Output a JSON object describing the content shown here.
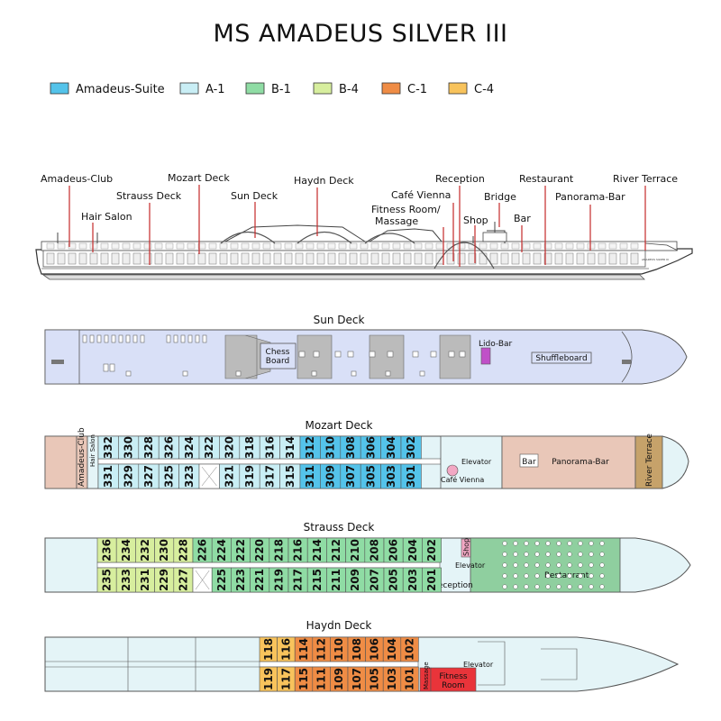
{
  "title": "MS AMADEUS SILVER III",
  "colors": {
    "amadeus_suite": "#54c3ea",
    "a1": "#c9eef5",
    "b1": "#8fdca4",
    "b4": "#d7ee9e",
    "c1": "#ef8c45",
    "c4": "#f8c35c",
    "sun_deck_bg": "#d9e0f7",
    "public_area": "#e9c7b8",
    "restaurant": "#8fcf9f",
    "fitness": "#e9343a",
    "deck_bg": "#e4f4f7",
    "river_terrace": "#c6a26a"
  },
  "legend": [
    {
      "label": "Amadeus-Suite",
      "color": "#54c3ea"
    },
    {
      "label": "A-1",
      "color": "#c9eef5"
    },
    {
      "label": "B-1",
      "color": "#8fdca4"
    },
    {
      "label": "B-4",
      "color": "#d7ee9e"
    },
    {
      "label": "C-1",
      "color": "#ef8c45"
    },
    {
      "label": "C-4",
      "color": "#f8c35c"
    }
  ],
  "profile_labels": {
    "amadeus_club": "Amadeus-Club",
    "hair_salon": "Hair Salon",
    "strauss_deck": "Strauss Deck",
    "mozart_deck": "Mozart Deck",
    "sun_deck": "Sun Deck",
    "haydn_deck": "Haydn Deck",
    "fitness_room_1": "Fitness Room/",
    "fitness_room_2": "Massage",
    "cafe_vienna": "Café Vienna",
    "reception": "Reception",
    "shop": "Shop",
    "bridge": "Bridge",
    "bar": "Bar",
    "restaurant": "Restaurant",
    "panorama_bar": "Panorama-Bar",
    "river_terrace": "River Terrace",
    "ship_name_plate": "AMADEUS SILVER III"
  },
  "sun_deck": {
    "title": "Sun Deck",
    "chess_1": "Chess",
    "chess_2": "Board",
    "lido_bar": "Lido-Bar",
    "shuffleboard": "Shuffleboard"
  },
  "mozart_deck": {
    "title": "Mozart Deck",
    "amadeus_club": "Amadeus-Club",
    "hair_salon": "Hair Salon",
    "elevator": "Elevator",
    "cafe_vienna": "Café Vienna",
    "bar": "Bar",
    "panorama_bar": "Panorama-Bar",
    "river_terrace": "River Terrace",
    "upper_row": [
      "332",
      "330",
      "328",
      "326",
      "324",
      "322",
      "320",
      "318",
      "316",
      "314",
      "312",
      "310",
      "308",
      "306",
      "304",
      "302"
    ],
    "lower_row": [
      "331",
      "329",
      "327",
      "325",
      "323",
      "",
      "321",
      "319",
      "317",
      "315",
      "311",
      "309",
      "307",
      "305",
      "303",
      "301"
    ]
  },
  "strauss_deck": {
    "title": "Strauss Deck",
    "shop": "Shop",
    "elevator": "Elevator",
    "reception": "Reception",
    "restaurant": "Restaurant",
    "upper_row": [
      "236",
      "234",
      "232",
      "230",
      "228",
      "226",
      "224",
      "222",
      "220",
      "218",
      "216",
      "214",
      "212",
      "210",
      "208",
      "206",
      "204",
      "202"
    ],
    "lower_row": [
      "235",
      "233",
      "231",
      "229",
      "227",
      "",
      "225",
      "223",
      "221",
      "219",
      "217",
      "215",
      "211",
      "209",
      "207",
      "205",
      "203",
      "201"
    ]
  },
  "haydn_deck": {
    "title": "Haydn Deck",
    "elevator": "Elevator",
    "massage": "Massage",
    "fitness_1": "Fitness",
    "fitness_2": "Room",
    "upper_row": [
      "118",
      "116",
      "114",
      "112",
      "110",
      "108",
      "106",
      "104",
      "102"
    ],
    "lower_row": [
      "119",
      "117",
      "115",
      "111",
      "109",
      "107",
      "105",
      "103",
      "101"
    ]
  }
}
